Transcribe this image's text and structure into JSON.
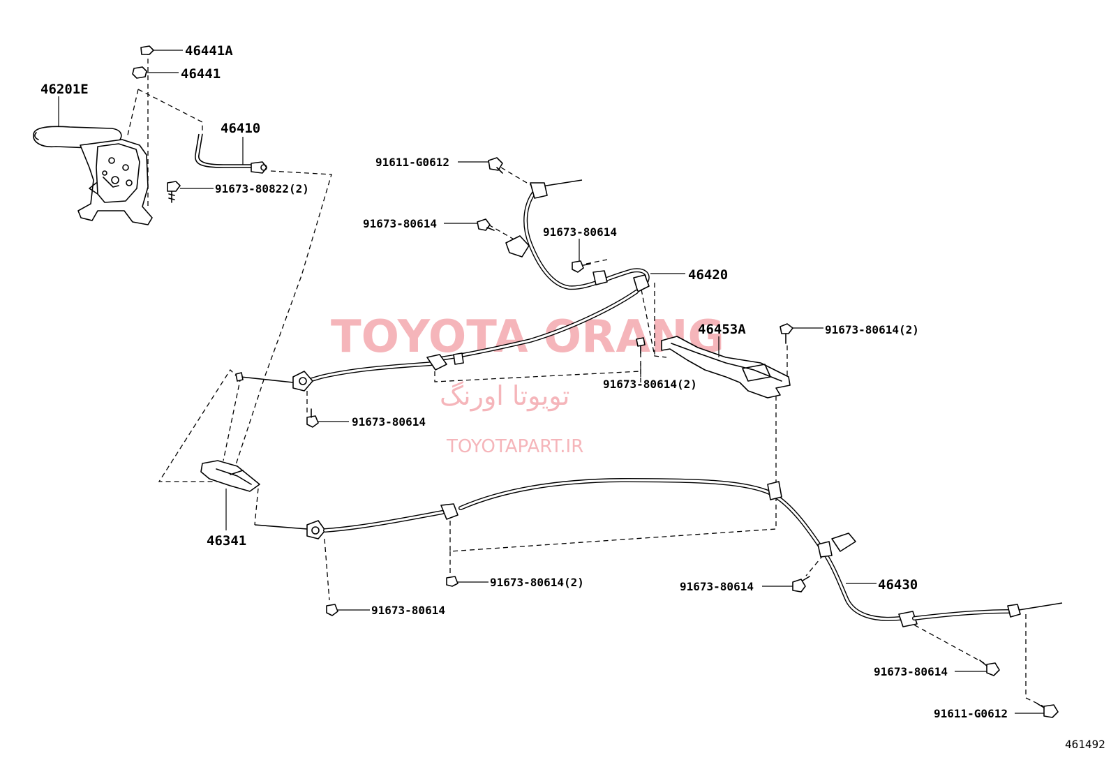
{
  "watermark": {
    "line1": "TOYOTA ORANG",
    "line2": "تویوتا اورنگ",
    "line3": "TOYOTAPART.IR"
  },
  "figure_number": "461492",
  "labels": {
    "p46441A": "46441A",
    "p46441": "46441",
    "p46201E": "46201E",
    "p46410": "46410",
    "b91673_80822": "91673-80822(2)",
    "b91611_G0612_top": "91611-G0612",
    "b91673_80614_a": "91673-80614",
    "b91673_80614_b": "91673-80614",
    "p46420": "46420",
    "p46453A": "46453A",
    "b91673_80614_2a": "91673-80614(2)",
    "b91673_80614_2b": "91673-80614(2)",
    "b91673_80614_c": "91673-80614",
    "p46341": "46341",
    "b91673_80614_2c": "91673-80614(2)",
    "b91673_80614_d": "91673-80614",
    "p46430": "46430",
    "b91673_80614_e": "91673-80614",
    "b91673_80614_f": "91673-80614",
    "b91611_G0612_bottom": "91611-G0612"
  }
}
